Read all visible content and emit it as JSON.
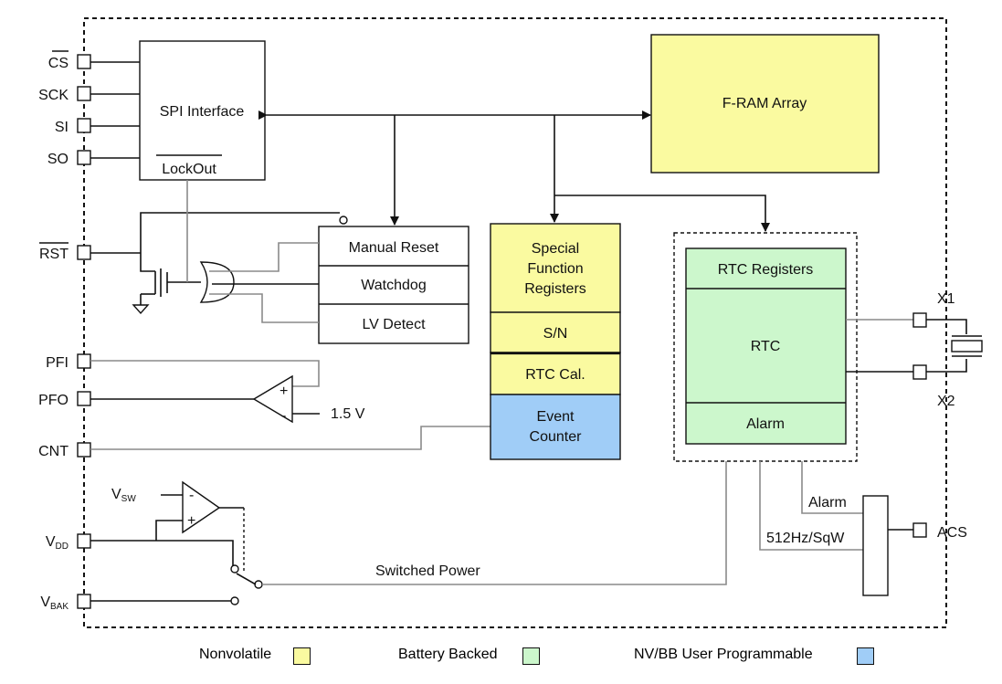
{
  "colors": {
    "nonvolatile": "#fafaa0",
    "battery_backed": "#ccf7cc",
    "user_programmable": "#a0cdf7",
    "gray_wire": "#8a8a8a"
  },
  "pins_left": {
    "cs": "CS",
    "sck": "SCK",
    "si": "SI",
    "so": "SO",
    "rst": "RST",
    "pfi": "PFI",
    "pfo": "PFO",
    "cnt": "CNT",
    "vdd_main": "V",
    "vdd_sub": "DD",
    "vbak_main": "V",
    "vbak_sub": "BAK"
  },
  "pins_right": {
    "x1": "X1",
    "x2": "X2",
    "acs": "ACS"
  },
  "blocks": {
    "spi_interface": "SPI Interface",
    "lockout": "LockOut",
    "fram_array": "F-RAM Array",
    "manual_reset": "Manual Reset",
    "watchdog": "Watchdog",
    "lv_detect": "LV Detect",
    "sfr": [
      "Special",
      "Function",
      "Registers"
    ],
    "sn": "S/N",
    "rtc_cal": "RTC Cal.",
    "event_counter": [
      "Event",
      "Counter"
    ],
    "rtc_registers": "RTC Registers",
    "rtc": "RTC",
    "alarm": "Alarm"
  },
  "labels": {
    "vref": "1.5 V",
    "vsw_main": "V",
    "vsw_sub": "SW",
    "switched_power": "Switched Power",
    "alarm_out": "Alarm",
    "sqw": "512Hz/SqW",
    "comp_minus": "-",
    "comp_plus": "+"
  },
  "legend": {
    "nonvolatile": "Nonvolatile",
    "battery_backed": "Battery Backed",
    "user_programmable": "NV/BB User Programmable"
  }
}
